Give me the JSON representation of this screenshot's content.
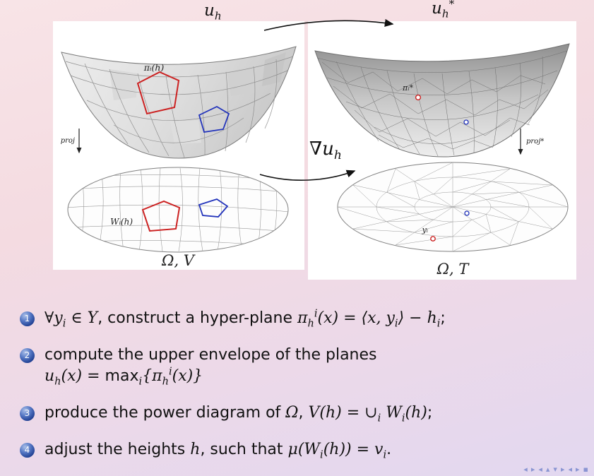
{
  "colors": {
    "background_top": "#f8e4e7",
    "background_bottom": "#e2d8f0",
    "panel_white": "#ffffff",
    "highlight_red": "#cc2222",
    "highlight_blue": "#2233bb",
    "ball_blue": "#2a4fa8",
    "arrow_black": "#111111"
  },
  "figures": {
    "left": {
      "surface_label_parts": [
        {
          "t": "u",
          "m": 1
        },
        {
          "t": "h",
          "m": 1,
          "s": "sub"
        }
      ],
      "cell_label": "πᵢ(h)",
      "proj_label": "proj",
      "power_cell_label": "Wᵢ(h)",
      "domain_label": "Ω, V"
    },
    "right": {
      "surface_label_parts": [
        {
          "t": "u",
          "m": 1
        },
        {
          "t": "h",
          "m": 1,
          "s": "sub"
        },
        {
          "t": "*",
          "m": 1,
          "s": "sup"
        }
      ],
      "vertex_label": "πᵢ*",
      "proj_label": "proj*",
      "point_label": "yᵢ",
      "domain_label": "Ω, T"
    },
    "map_label_parts": [
      {
        "t": "∇u",
        "m": 1
      },
      {
        "t": "h",
        "m": 1,
        "s": "sub"
      }
    ]
  },
  "steps": [
    {
      "number": "1",
      "lines": [
        [
          {
            "t": "∀",
            "m": 1
          },
          {
            "t": "y",
            "m": 1
          },
          {
            "t": "i",
            "m": 1,
            "s": "sub"
          },
          {
            "t": " ∈ ",
            "m": 1
          },
          {
            "t": "Y",
            "m": 1
          },
          {
            "t": ", construct a hyper-plane "
          },
          {
            "t": "π",
            "m": 1
          },
          {
            "t": "h",
            "m": 1,
            "s": "sub"
          },
          {
            "t": "i",
            "m": 1,
            "s": "sup"
          },
          {
            "t": "(x) = ⟨x, y",
            "m": 1
          },
          {
            "t": "i",
            "m": 1,
            "s": "sub"
          },
          {
            "t": "⟩ − h",
            "m": 1
          },
          {
            "t": "i",
            "m": 1,
            "s": "sub"
          },
          {
            "t": ";"
          }
        ]
      ]
    },
    {
      "number": "2",
      "lines": [
        [
          {
            "t": "compute the upper envelope of the planes"
          }
        ],
        [
          {
            "t": "u",
            "m": 1
          },
          {
            "t": "h",
            "m": 1,
            "s": "sub"
          },
          {
            "t": "(x) = ",
            "m": 1
          },
          {
            "t": "max"
          },
          {
            "t": "i",
            "m": 1,
            "s": "sub"
          },
          {
            "t": "{",
            "m": 1
          },
          {
            "t": "π",
            "m": 1
          },
          {
            "t": "h",
            "m": 1,
            "s": "sub"
          },
          {
            "t": "i",
            "m": 1,
            "s": "sup"
          },
          {
            "t": "(x)}",
            "m": 1
          }
        ]
      ]
    },
    {
      "number": "3",
      "lines": [
        [
          {
            "t": "produce the power diagram of "
          },
          {
            "t": "Ω",
            "m": 1
          },
          {
            "t": ", "
          },
          {
            "t": "V",
            "m": 1
          },
          {
            "t": "(h) = ∪",
            "m": 1
          },
          {
            "t": "i",
            "m": 1,
            "s": "sub"
          },
          {
            "t": " W",
            "m": 1
          },
          {
            "t": "i",
            "m": 1,
            "s": "sub"
          },
          {
            "t": "(h)",
            "m": 1
          },
          {
            "t": ";"
          }
        ]
      ]
    },
    {
      "number": "4",
      "lines": [
        [
          {
            "t": "adjust the heights "
          },
          {
            "t": "h",
            "m": 1
          },
          {
            "t": ", such that "
          },
          {
            "t": "μ",
            "m": 1
          },
          {
            "t": "(W",
            "m": 1
          },
          {
            "t": "i",
            "m": 1,
            "s": "sub"
          },
          {
            "t": "(h)) = v",
            "m": 1
          },
          {
            "t": "i",
            "m": 1,
            "s": "sub"
          },
          {
            "t": "."
          }
        ]
      ]
    }
  ],
  "nav": {
    "items": [
      "◂",
      "▸",
      "◂",
      "▴",
      "▾",
      "▸",
      "◂",
      "▸",
      "▪"
    ]
  }
}
